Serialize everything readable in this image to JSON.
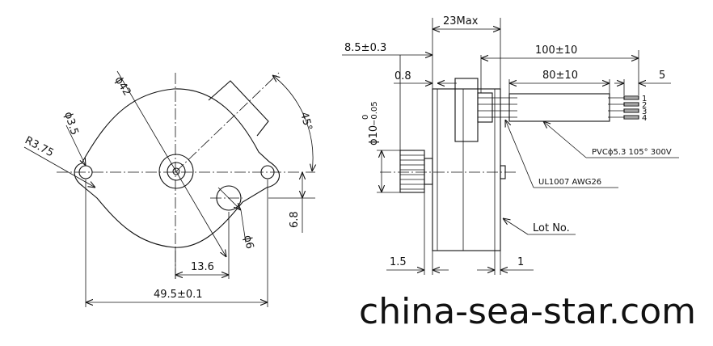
{
  "front_view": {
    "dim_phi42": "ϕ42",
    "dim_phi3_5": "ϕ3.5",
    "dim_r3_75": "R3.75",
    "dim_angle": "45°",
    "dim_phi6": "ϕ6",
    "dim_6_8": "6.8",
    "dim_13_6": "13.6",
    "dim_49_5": "49.5±0.1"
  },
  "side_view": {
    "dim_23max": "23Max",
    "dim_8_5": "8.5±0.3",
    "dim_0_8": "0.8",
    "dim_100": "100±10",
    "dim_80": "80±10",
    "dim_5": "5",
    "dim_shaft": "ϕ10",
    "dim_shaft_tol_upper": "0",
    "dim_shaft_tol_lower": "−0.05",
    "pin_1": "1",
    "pin_2": "2",
    "pin_3": "3",
    "pin_4": "4",
    "label_pvc": "PVCϕ5.3 105° 300V",
    "label_ul": "UL1007 AWG26",
    "label_lot": "Lot No.",
    "dim_1_5": "1.5",
    "dim_1": "1"
  },
  "watermark": "china-sea-star.com"
}
